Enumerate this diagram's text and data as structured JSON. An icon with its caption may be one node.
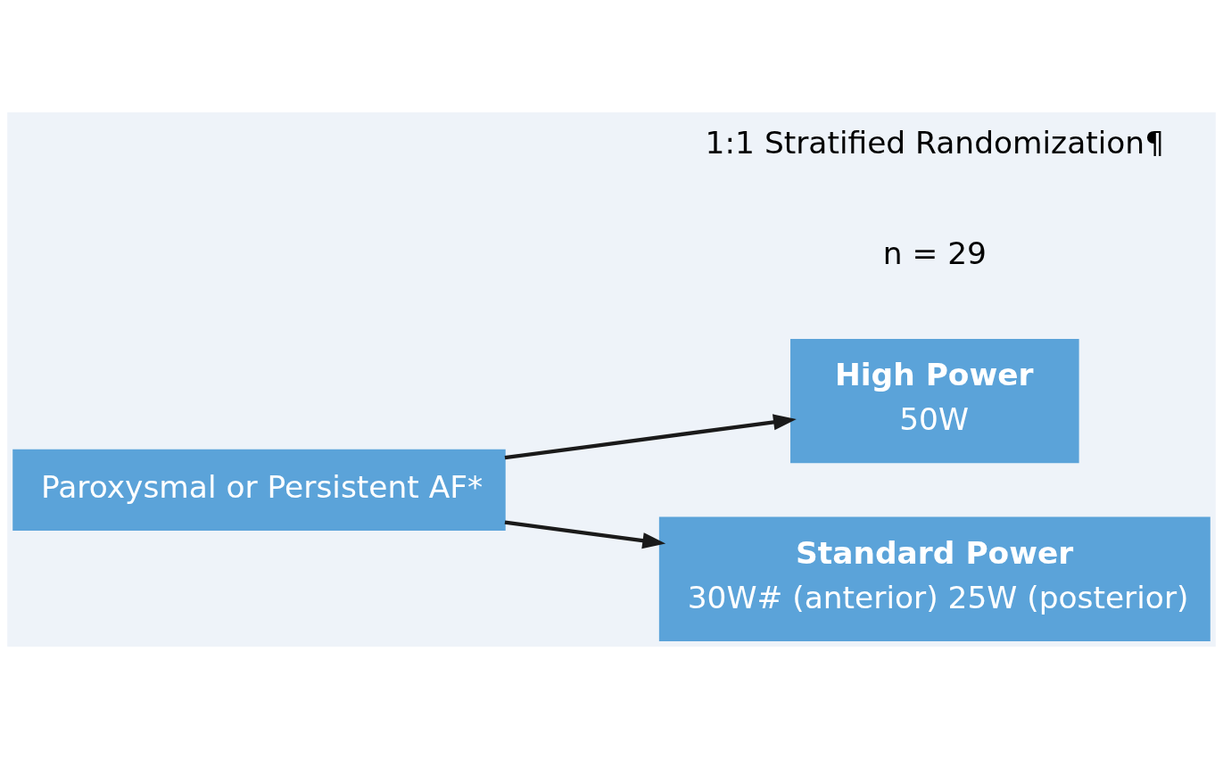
{
  "diagram": {
    "nodes": [
      {
        "text": [
          "Paroxysmal or Persistent AF*"
        ]
      },
      {
        "text": [
          "High Power",
          "50W"
        ],
        "beside": [
          "n = 29"
        ]
      },
      {
        "text": [
          "Standard Power",
          "30W# (anterior) 25W (posterior)"
        ]
      }
    ],
    "edges": [
      {
        "from": 0,
        "to": 1,
        "arrow": "to"
      },
      {
        "from": 0,
        "to": 2,
        "arrow": "to"
      }
    ],
    "labels": [
      "1:1 Stratified Randomization¶"
    ]
  }
}
